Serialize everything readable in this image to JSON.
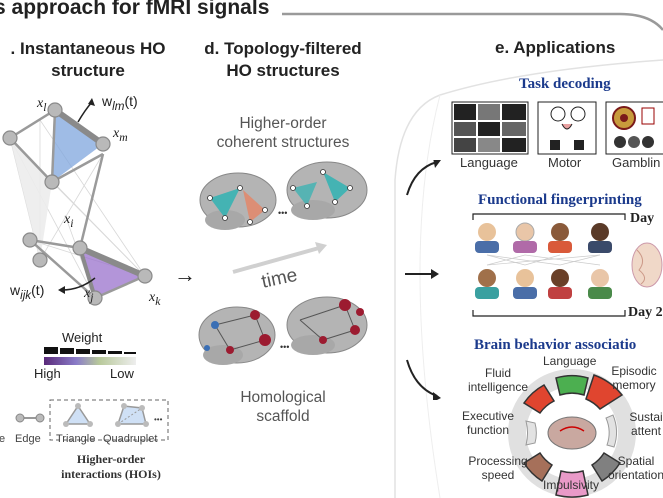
{
  "banner": {
    "title": "s approach for fMRI signals"
  },
  "panel_c": {
    "title_line1": ". Instantaneous HO",
    "title_line2": "structure",
    "labels": {
      "xl": "x",
      "xl_sub": "l",
      "xm": "x",
      "xm_sub": "m",
      "xi": "x",
      "xi_sub": "i",
      "xj": "x",
      "xj_sub": "j",
      "xk": "x",
      "xk_sub": "k"
    },
    "w_lm": "w",
    "w_lm_sub": "lm",
    "w_lm_t": "(t)",
    "w_ijk": "w",
    "w_ijk_sub": "ijk",
    "w_ijk_t": "(t)",
    "weight_title": "Weight",
    "weight_high": "High",
    "weight_low": "Low",
    "legend": {
      "node": "e",
      "edge": "Edge",
      "triangle": "Triangle",
      "quadruplet": "Quadruplet",
      "more": "•••"
    },
    "hoi_label_line1": "Higher-order",
    "hoi_label_line2": "interactions (HOIs)",
    "colors": {
      "blue": "#7fa6de",
      "purple": "#9a72cc",
      "node": "#b9b9b9"
    }
  },
  "panel_d": {
    "title_line1": "d. Topology-filtered",
    "title_line2": "HO structures",
    "top_label_line1": "Higher-order",
    "top_label_line2": "coherent structures",
    "time_label": "time",
    "ellipsis": "•••",
    "bottom_label_line1": "Homological",
    "bottom_label_line2": "scaffold",
    "colors": {
      "teal": "#37b3b3",
      "salmon": "#e08a6e",
      "darkred": "#9c1b30",
      "brain": "#b4b4b4"
    }
  },
  "panel_e": {
    "title": "e. Applications",
    "task_decoding": {
      "title": "Task decoding",
      "items": [
        "Language",
        "Motor",
        "Gamblin"
      ]
    },
    "fingerprinting": {
      "title": "Functional fingerprinting",
      "day1": "Day",
      "day2": "Day 2"
    },
    "brain_behavior": {
      "title": "Brain behavior associatio",
      "categories": [
        "Language",
        "Episodic memory",
        "Sustai attent",
        "Spatial orientation",
        "Impulsivity",
        "Processing speed",
        "Executive function",
        "Fluid intelligence"
      ],
      "labels": {
        "language": "Language",
        "episodic1": "Episodic",
        "episodic2": "memory",
        "sustained1": "Sustai",
        "sustained2": "attent",
        "spatial1": "Spatial",
        "spatial2": "orientation",
        "impulsivity": "Impulsivity",
        "processing1": "Processing",
        "processing2": "speed",
        "executive1": "Executive",
        "executive2": "function",
        "fluid1": "Fluid",
        "fluid2": "intelligence"
      },
      "colors": {
        "green": "#4caf50",
        "red": "#e0452f",
        "pink": "#e99ac8",
        "gray": "#808080",
        "brown": "#a6705a"
      }
    }
  }
}
